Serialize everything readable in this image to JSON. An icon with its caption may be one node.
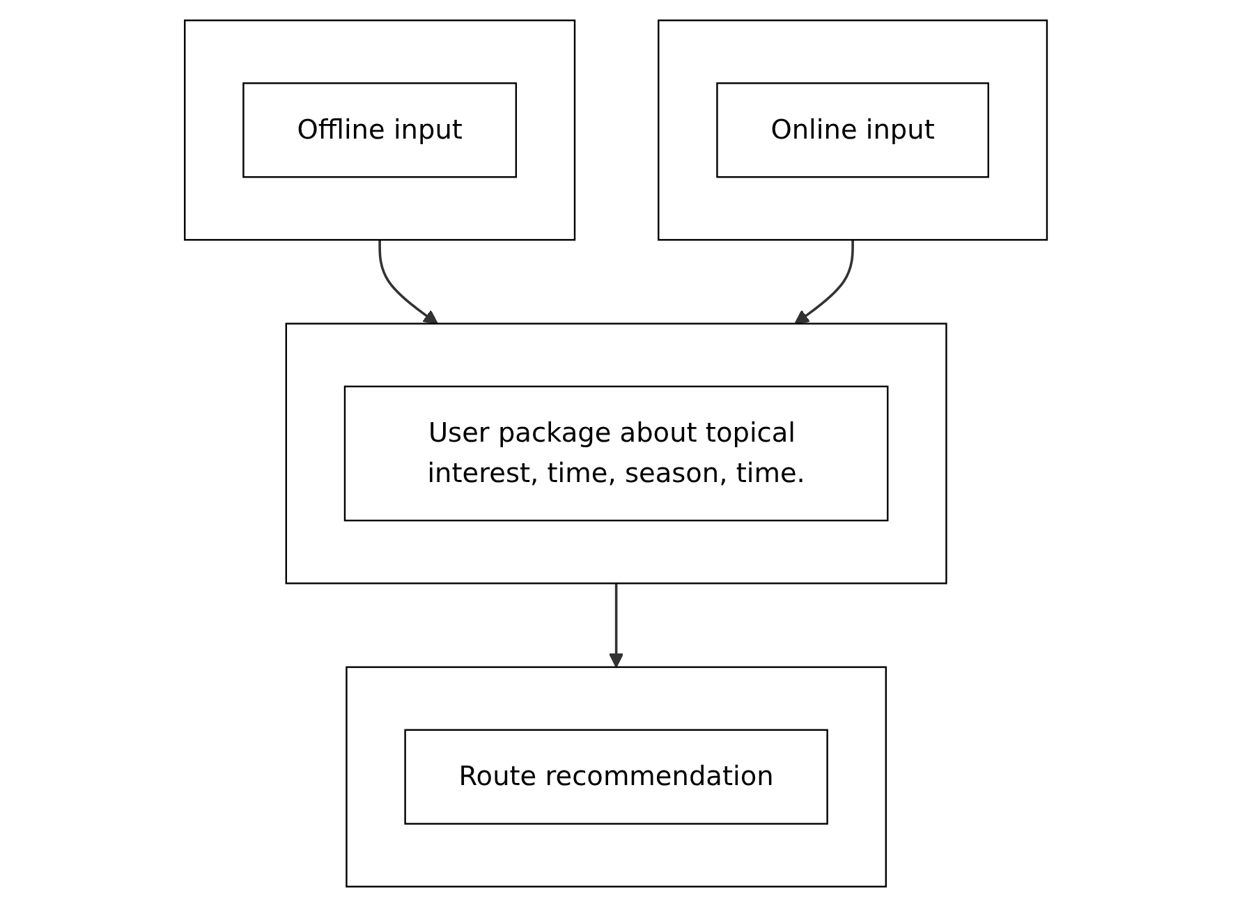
{
  "diagram": {
    "nodes": [
      {
        "text": [],
        "shape": "box"
      },
      {
        "text": [
          "Offline input"
        ],
        "in": 0
      },
      {
        "text": [],
        "shape": "box"
      },
      {
        "text": [
          "Online input"
        ],
        "in": 2
      },
      {
        "text": [],
        "shape": "box"
      },
      {
        "text": [
          "User package about topical interest, time, season, time."
        ],
        "in": 4
      },
      {
        "text": [],
        "shape": "box"
      },
      {
        "text": [
          "Route recommendation"
        ],
        "in": 6
      }
    ],
    "edges": [
      {
        "from": 0,
        "to": 4,
        "arrow": "to"
      },
      {
        "from": 2,
        "to": 4,
        "arrow": "to"
      },
      {
        "from": 4,
        "to": 6,
        "arrow": "to"
      }
    ]
  }
}
